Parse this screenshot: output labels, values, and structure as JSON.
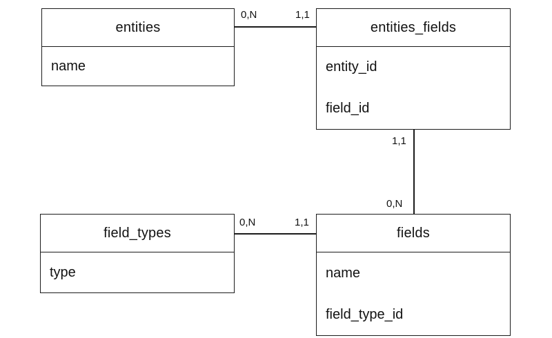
{
  "diagram": {
    "type": "entity-relationship",
    "tables": {
      "entities": {
        "title": "entities",
        "fields": [
          "name"
        ]
      },
      "entities_fields": {
        "title": "entities_fields",
        "fields": [
          "entity_id",
          "field_id"
        ]
      },
      "field_types": {
        "title": "field_types",
        "fields": [
          "type"
        ]
      },
      "fields": {
        "title": "fields",
        "fields": [
          "name",
          "field_type_id"
        ]
      }
    },
    "relationships": [
      {
        "from": "entities",
        "to": "entities_fields",
        "from_cardinality": "0,N",
        "to_cardinality": "1,1"
      },
      {
        "from": "entities_fields",
        "to": "fields",
        "from_cardinality": "1,1",
        "to_cardinality": "0,N"
      },
      {
        "from": "field_types",
        "to": "fields",
        "from_cardinality": "0,N",
        "to_cardinality": "1,1"
      }
    ]
  }
}
